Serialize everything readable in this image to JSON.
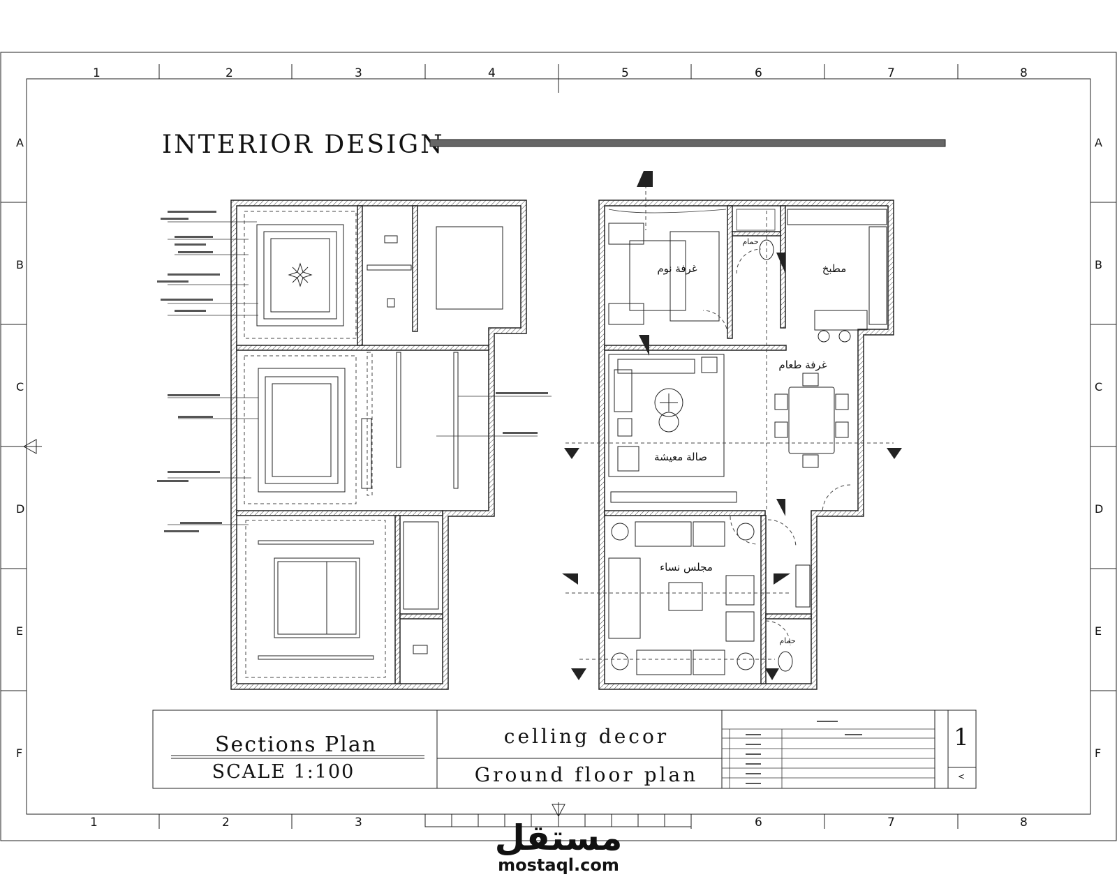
{
  "sheet": {
    "title": "INTERIOR DESIGN",
    "grid_columns": [
      "1",
      "2",
      "3",
      "4",
      "5",
      "6",
      "7",
      "8"
    ],
    "grid_rows": [
      "A",
      "B",
      "C",
      "D",
      "E",
      "F"
    ]
  },
  "plan_right": {
    "rooms": {
      "bedroom": "غرفة نوم",
      "bath_top": "حمام",
      "kitchen": "مطبخ",
      "dining": "غرفة طعام",
      "living": "صالة معيشة",
      "majlis": "مجلس نساء",
      "bath_bottom": "حمام"
    }
  },
  "title_block": {
    "sections_plan": "Sections Plan",
    "scale": "SCALE 1:100",
    "ceiling_decor": "celling decor",
    "ground_floor_plan": "Ground floor plan",
    "sheet_number": "1"
  },
  "watermark": {
    "logo_text": "مستقل",
    "url": "mostaql.com"
  }
}
